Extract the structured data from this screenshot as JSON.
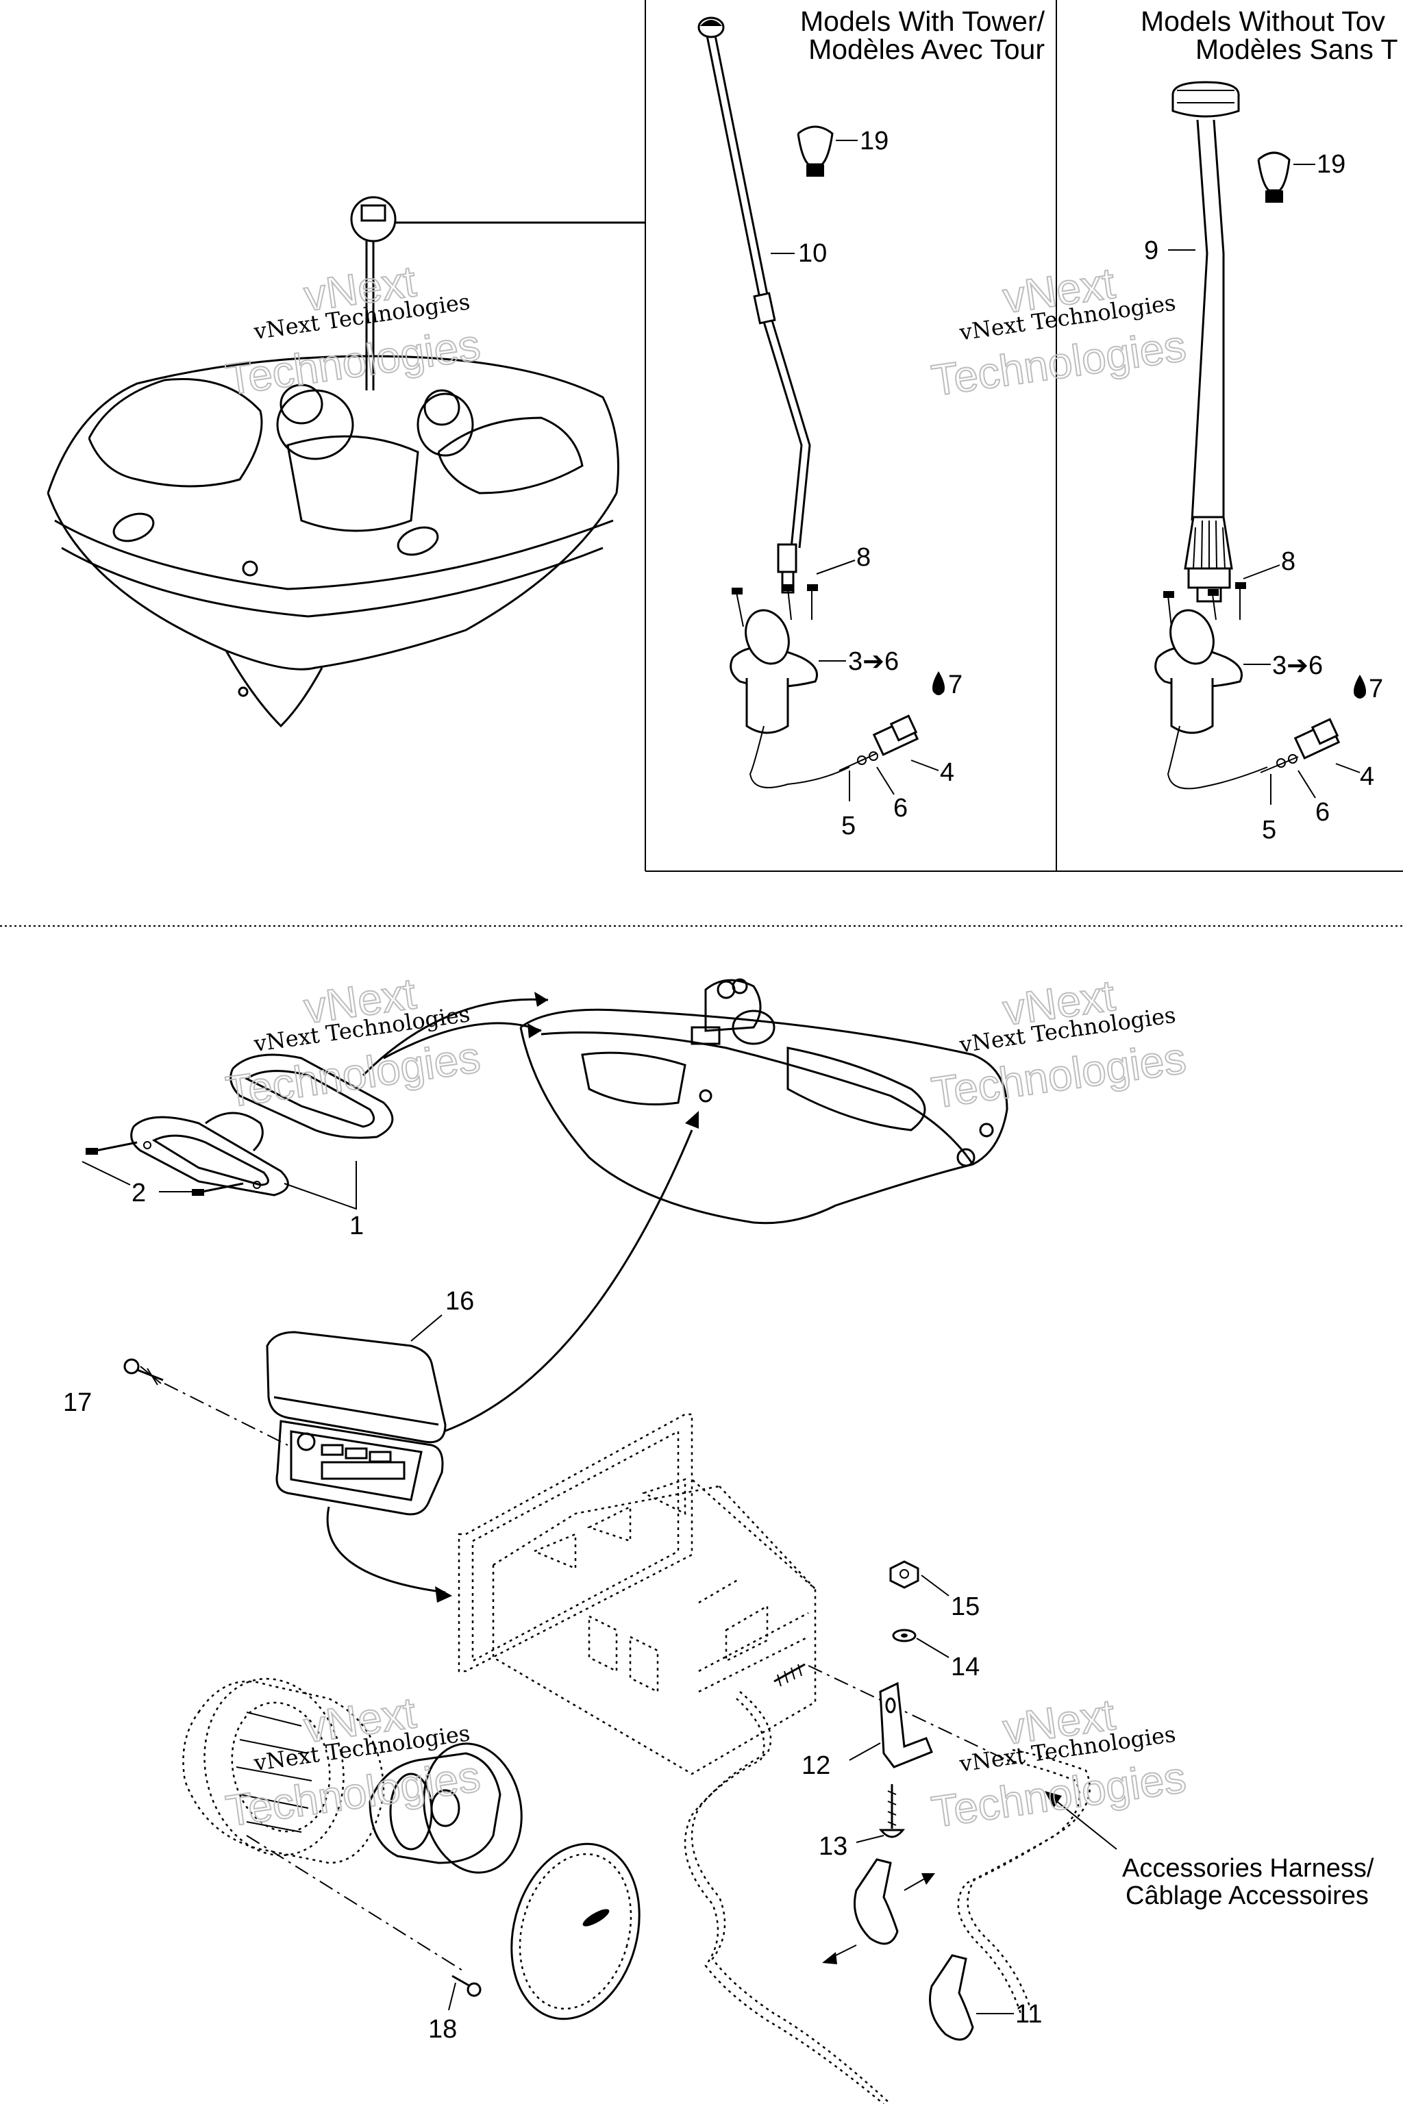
{
  "headers": {
    "with_tower": [
      "Models With Tower/",
      "Modèles Avec Tour"
    ],
    "without_tower": [
      "Models Without Tov",
      "Modèles Sans T"
    ]
  },
  "watermark": {
    "line1": "vNext",
    "line2": "vNext Technologies",
    "line3": "Technologies"
  },
  "callouts": {
    "p19a": "19",
    "p10": "10",
    "p8a": "8",
    "p3to6a": "3➔6",
    "p7a": "7",
    "p4a": "4",
    "p6a": "6",
    "p5a": "5",
    "p19b": "19",
    "p9": "9",
    "p8b": "8",
    "p3to6b": "3➔6",
    "p7b": "7",
    "p4b": "4",
    "p6b": "6",
    "p5b": "5",
    "p2": "2",
    "p1": "1",
    "p16": "16",
    "p17": "17",
    "p15": "15",
    "p14": "14",
    "p12": "12",
    "p13": "13",
    "p11": "11",
    "p18": "18"
  },
  "harness_label": [
    "Accessories Harness/",
    "Câblage Accessoires"
  ],
  "colors": {
    "ink": "#000000",
    "watermark": "#bdbdbd",
    "background": "#ffffff"
  }
}
